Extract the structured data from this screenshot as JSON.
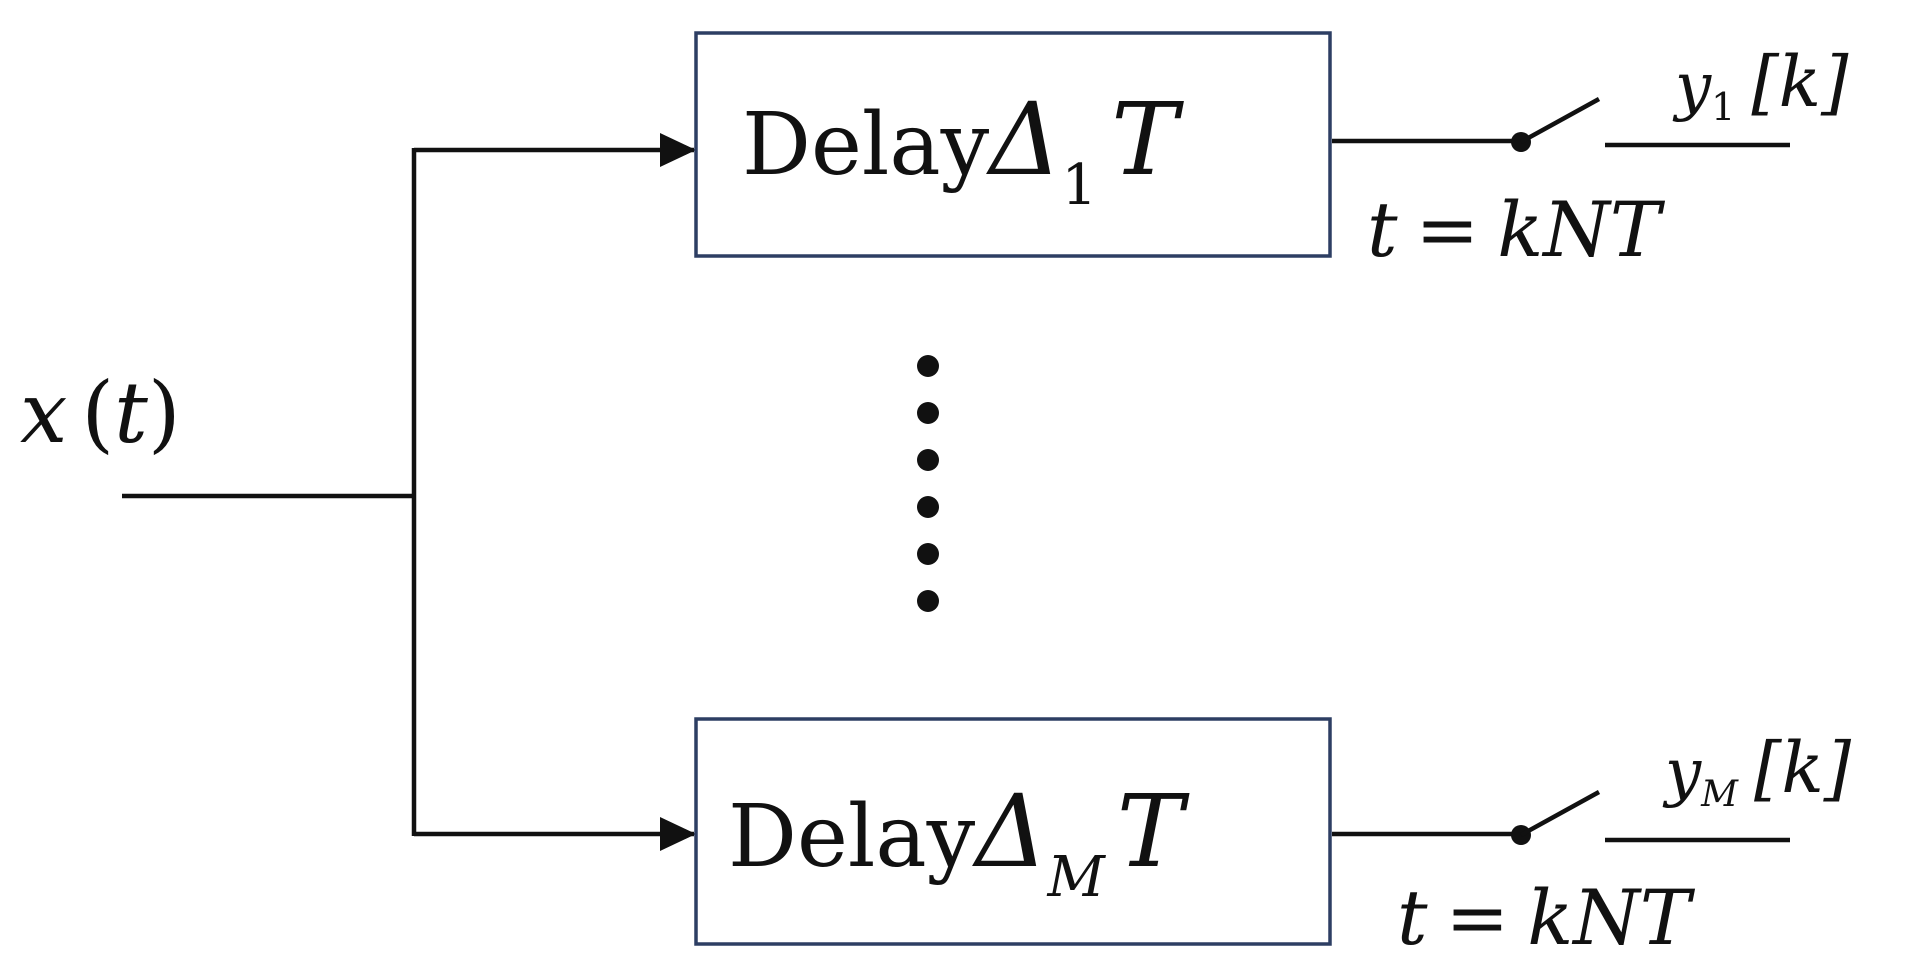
{
  "input": {
    "var": "x",
    "open": "(",
    "arg": "t",
    "close": ")"
  },
  "branches": [
    {
      "delay_word": "Delay",
      "delta_symbol": "Δ",
      "delta_subscript": "1",
      "delta_factor": "T",
      "sampling_t": "t",
      "sampling_eq": "=",
      "sampling_rhs": "kNT",
      "output_var": "y",
      "output_subscript": "1",
      "output_index": "[k]"
    },
    {
      "delay_word": "Delay",
      "delta_symbol": "Δ",
      "delta_subscript": "M",
      "delta_factor": "T",
      "sampling_t": "t",
      "sampling_eq": "=",
      "sampling_rhs": "kNT",
      "output_var": "y",
      "output_subscript": "M",
      "output_index": "[k]"
    }
  ],
  "ellipsis_dot_count": 6,
  "colors": {
    "line": "#111111",
    "box_border": "#2d3e63",
    "background": "#ffffff"
  }
}
